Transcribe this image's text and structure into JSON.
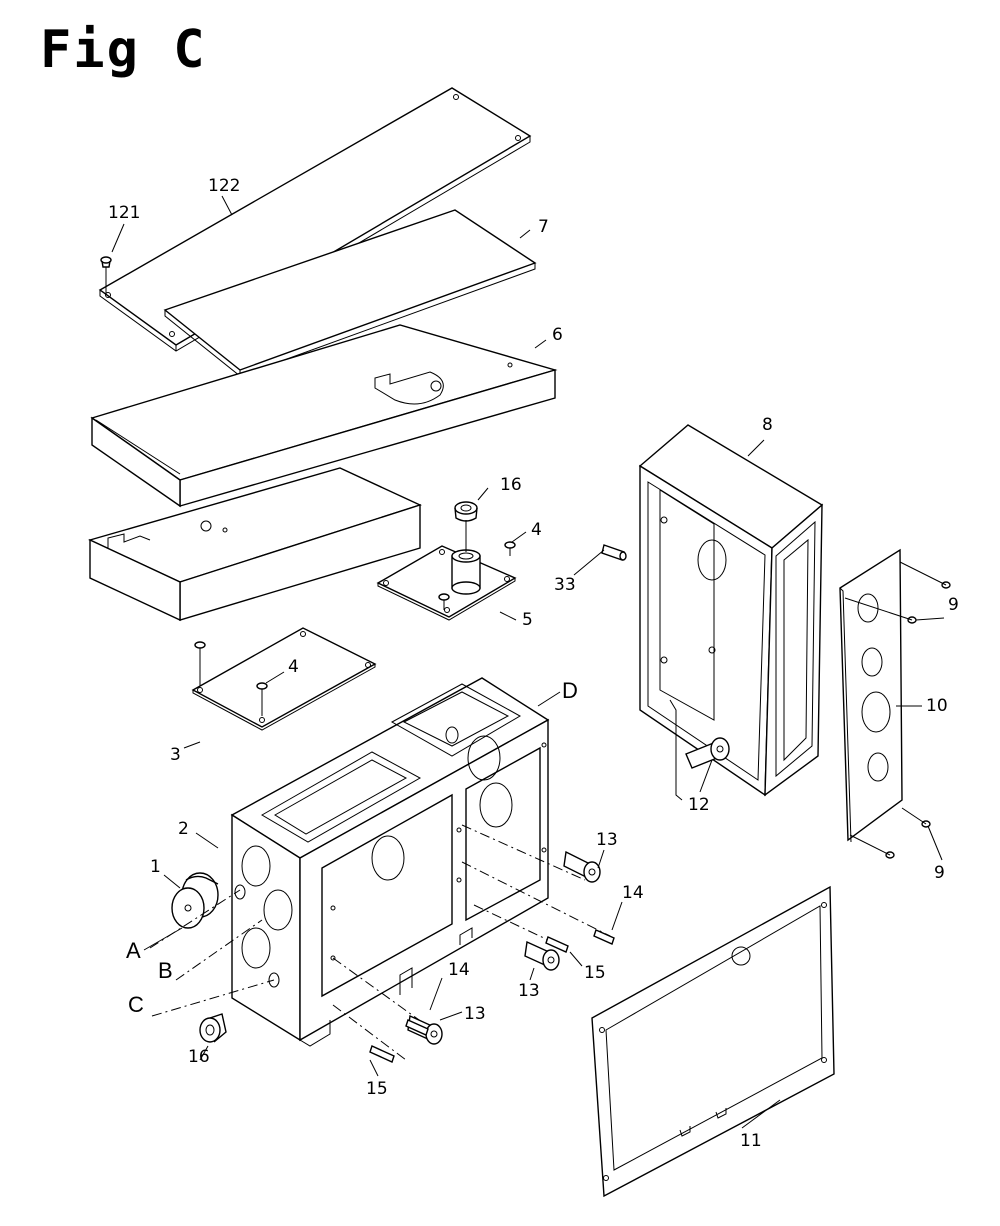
{
  "figure": {
    "title": "Fig C",
    "line_color": "#000000",
    "background": "#ffffff"
  },
  "callouts": {
    "p121": "121",
    "p122": "122",
    "p7": "7",
    "p6": "6",
    "p16_top": "16",
    "p4_top": "4",
    "p5": "5",
    "p33": "33",
    "p8": "8",
    "p9_top": "9",
    "p10": "10",
    "p4_left": "4",
    "p3": "3",
    "pD": "D",
    "p2": "2",
    "p1": "1",
    "pA": "A",
    "pB": "B",
    "pC": "C",
    "p16_bottom": "16",
    "p13_right": "13",
    "p12": "12",
    "p14_right": "14",
    "p15_mid": "15",
    "p13_mid": "13",
    "p14_mid": "14",
    "p13_bottom": "13",
    "p15_bottom": "15",
    "p9_bottom": "9",
    "p11": "11"
  }
}
